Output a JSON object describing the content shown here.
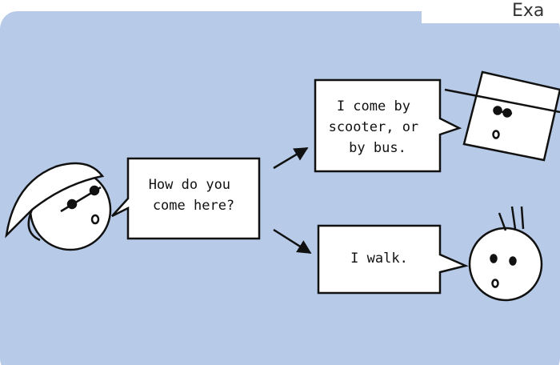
{
  "corner_label": "Exa",
  "colors": {
    "panel": "#b7cbe8",
    "bubble_fill": "#ffffff",
    "stroke": "#111111",
    "corner_tab": "#ffffff"
  },
  "question": {
    "line1": "How do you",
    "line2": "come here?"
  },
  "answers": [
    {
      "line1": "I come by",
      "line2": "scooter, or",
      "line3": "by bus."
    },
    {
      "line1": "I walk."
    }
  ],
  "characters": [
    {
      "icon": "cap-boy-icon"
    },
    {
      "icon": "square-head-icon"
    },
    {
      "icon": "spiky-hair-icon"
    }
  ]
}
